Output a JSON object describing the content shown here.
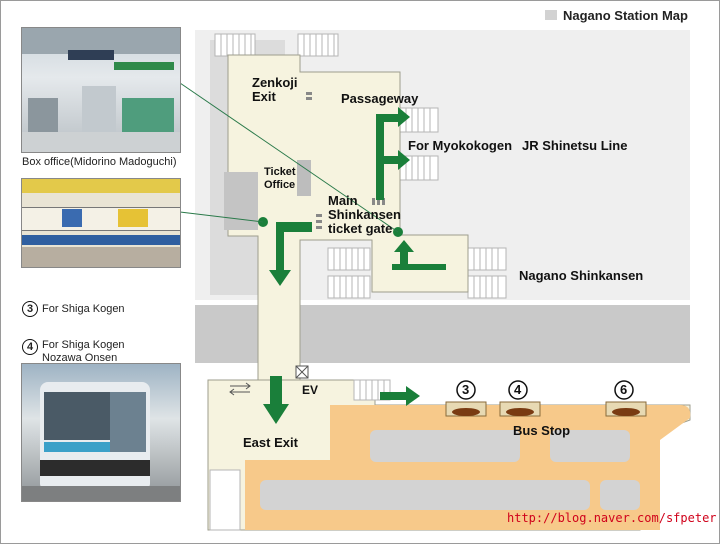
{
  "map_title": "Nagano Station Map",
  "labels": {
    "zenkoji_exit": "Zenkoji\nExit",
    "passageway": "Passageway",
    "ticket_office": "Ticket\nOffice",
    "for_myokokogen": "For Myokokogen",
    "jr_shinetsu_line": "JR Shinetsu Line",
    "main_shinkansen_gate": "Main\nShinkansen\nticket gate",
    "nagano_shinkansen": "Nagano Shinkansen",
    "ev": "EV",
    "east_exit": "East Exit",
    "bus_stop": "Bus Stop"
  },
  "photo_captions": {
    "box_office": "Box office(Midorino Madoguchi)"
  },
  "legend": [
    {
      "number": "3",
      "text": "For Shiga Kogen"
    },
    {
      "number": "4",
      "text": "For Shiga Kogen\nNozawa Onsen"
    }
  ],
  "bus_stops": [
    "3",
    "4",
    "6"
  ],
  "watermark": "http://blog.naver.com/sfpeter",
  "colors": {
    "arrow_green": "#1a7f3a",
    "building": "#f6f3df",
    "platform_gray": "#c8c8c8",
    "bus_area": "#f7c98a"
  }
}
